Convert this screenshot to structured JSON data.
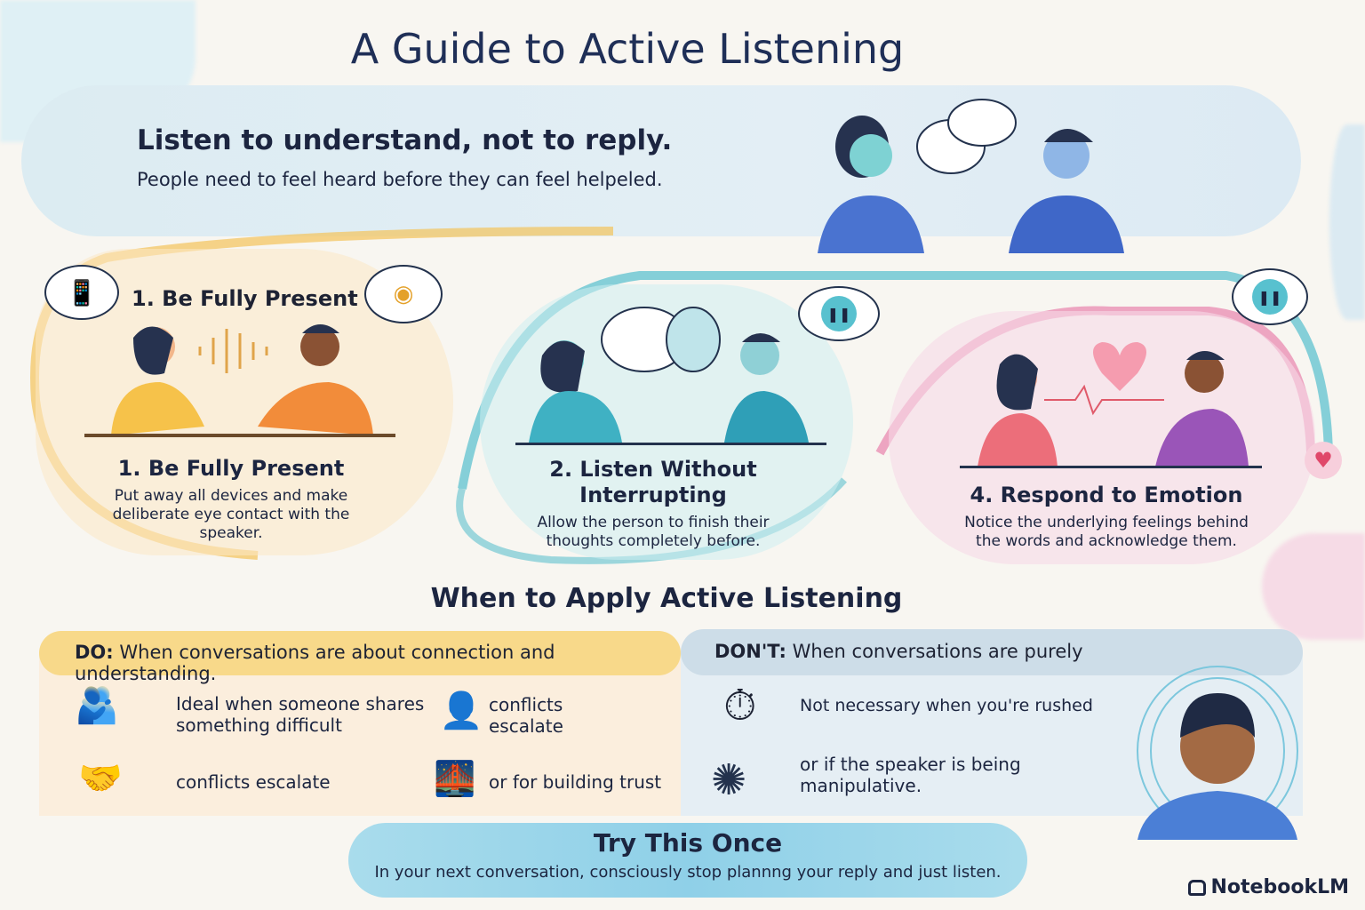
{
  "title": "A Guide to Active Listening",
  "hero": {
    "headline": "Listen to understand, not to reply.",
    "subtitle": "People need to feel heard before they can feel helpeled."
  },
  "steps": [
    {
      "bubble_label": "1. Be Fully Present",
      "title": "1. Be Fully Present",
      "text": "Put away all devices and make deliberate eye contact with the speaker.",
      "color": "#f3c35a"
    },
    {
      "title": "2. Listen Without Interrupting",
      "text": "Allow the person to finish their thoughts completely before.",
      "color": "#5fc2cf"
    },
    {
      "title": "4. Respond to Emotion",
      "text": "Notice the underlying feelings behind the words and acknowledge them.",
      "color": "#e98ab0"
    }
  ],
  "apply": {
    "title": "When to Apply Active Listening",
    "do": {
      "label": "DO:",
      "text": "When conversations are about connection and understanding.",
      "items": [
        "Ideal when someone shares something difficult",
        "conflicts escalate",
        "conflicts escalate",
        "or for building trust"
      ]
    },
    "dont": {
      "label": "DON'T:",
      "text": "When conversations are purely",
      "items": [
        "Not necessary when you're rushed",
        "or if the speaker is being manipulative."
      ]
    }
  },
  "try": {
    "title": "Try This Once",
    "text": "In your next conversation, consciously stop plannng your reply and just listen."
  },
  "brand": "NotebookLM"
}
